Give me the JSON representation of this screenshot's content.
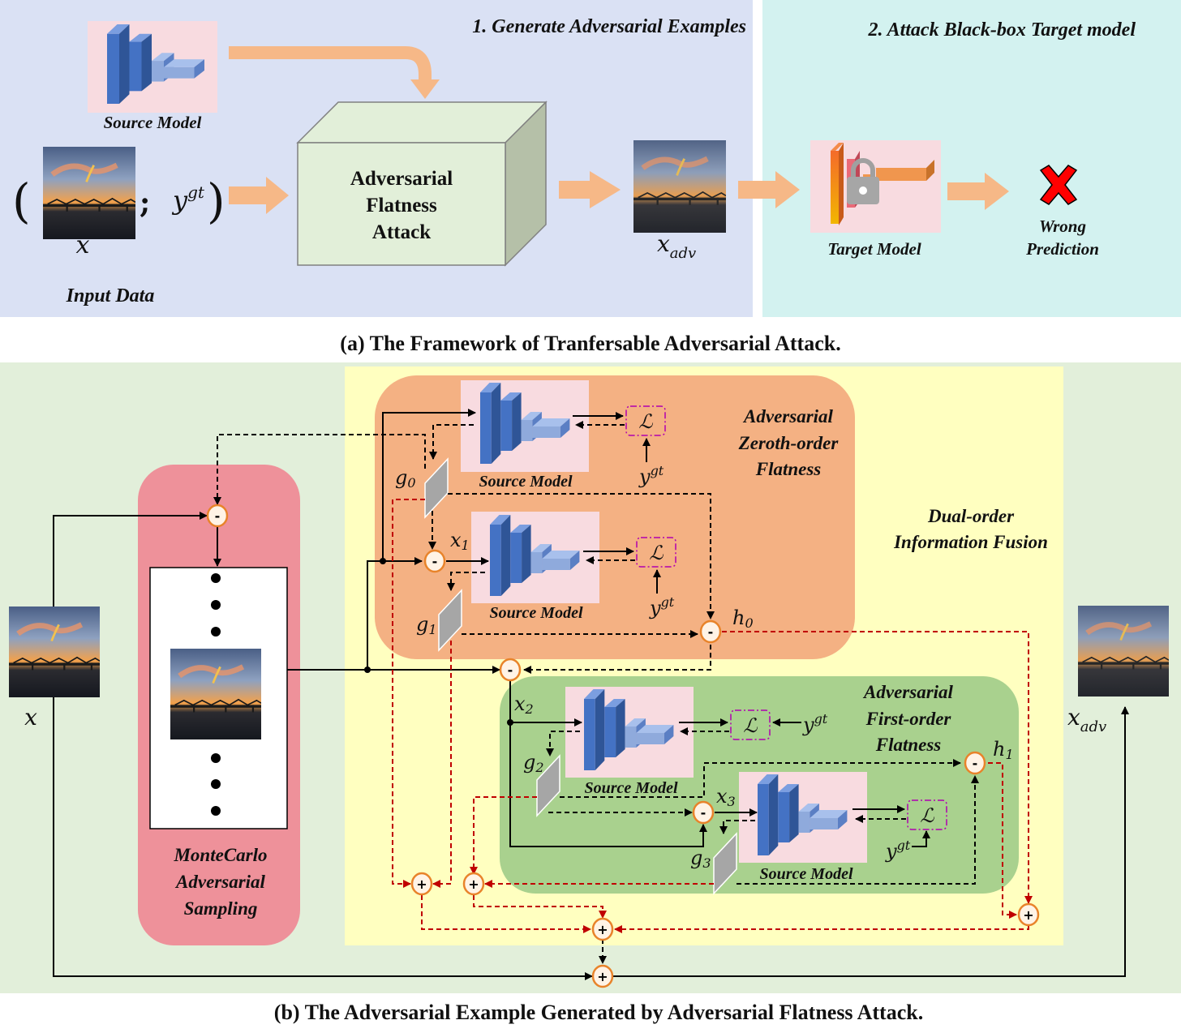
{
  "panel_a": {
    "section1_title": "1. Generate Adversarial Examples",
    "section2_title": "2. Attack Black-box Target model",
    "source_model_label": "Source Model",
    "input_open_paren": "(",
    "input_semicolon": ";",
    "input_label_ygt": "y",
    "input_label_ygt_sup": "gt",
    "input_close_paren": ")",
    "input_x_label": "x",
    "input_data_label": "Input Data",
    "attack_box_lines": [
      "Adversarial",
      "Flatness",
      "Attack"
    ],
    "xadv_label": "x",
    "xadv_sub": "adv",
    "target_model_label": "Target Model",
    "wrong_prediction_lines": [
      "Wrong",
      "Prediction"
    ],
    "caption": "(a) The Framework of Tranfersable Adversarial Attack."
  },
  "panel_b": {
    "x_label": "x",
    "xadv_label": "x",
    "xadv_sub": "adv",
    "montecarlo_lines": [
      "MonteCarlo",
      "Adversarial",
      "Sampling"
    ],
    "zeroth_order_lines": [
      "Adversarial",
      "Zeroth-order",
      "Flatness"
    ],
    "first_order_lines": [
      "Adversarial",
      "First-order",
      "Flatness"
    ],
    "fusion_lines": [
      "Dual-order",
      "Information Fusion"
    ],
    "source_model_label": "Source Model",
    "loss_symbol": "ℒ",
    "ygt": "y",
    "ygt_sup": "gt",
    "g0": "g",
    "g0_sub": "0",
    "g1": "g",
    "g1_sub": "1",
    "g2": "g",
    "g2_sub": "2",
    "g3": "g",
    "g3_sub": "3",
    "x1": "x",
    "x1_sub": "1",
    "x2": "x",
    "x2_sub": "2",
    "x3": "x",
    "x3_sub": "3",
    "h0": "h",
    "h0_sub": "0",
    "h1": "h",
    "h1_sub": "1",
    "minus_op": "-",
    "plus_op": "+",
    "caption": "(b) The Adversarial Example Generated by Adversarial Flatness Attack."
  },
  "colors": {
    "panel_a_left_bg": "#dae1f4",
    "panel_a_right_bg": "#d3f2f0",
    "panel_b_bg": "#e2efda",
    "fusion_bg": "#ffffc0",
    "zeroth_bg": "#f4b183",
    "first_bg": "#a9d18e",
    "montecarlo_bg": "#ee919a",
    "model_bg": "#f8dbe0",
    "arrow_orange": "#f6b887",
    "red_dash": "#c00000",
    "op_orange": "#e8832a"
  }
}
